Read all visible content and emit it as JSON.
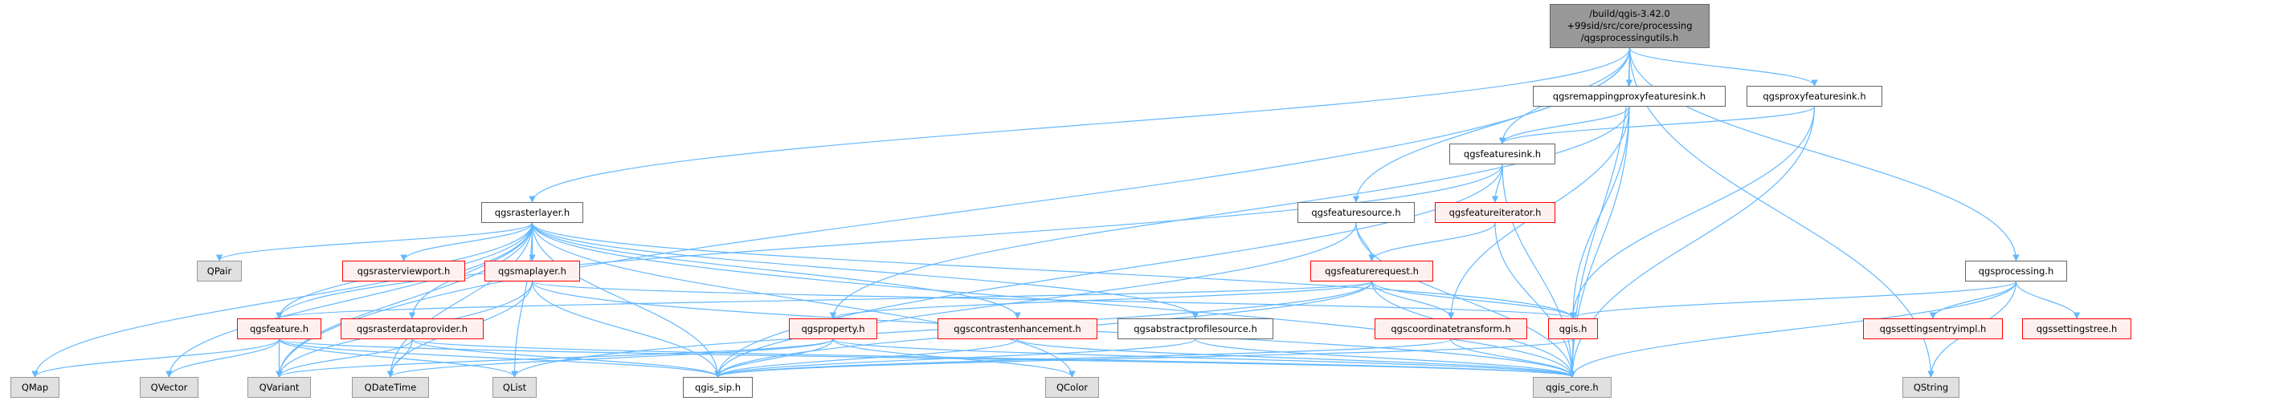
{
  "diagram": {
    "edge_color": "#63b8ff",
    "nodes": [
      {
        "id": "main",
        "label": "/build/qgis-3.42.0\n+99sid/src/core/processing\n/qgsprocessingutils.h",
        "kind": "main"
      },
      {
        "id": "remap",
        "label": "qgsremappingproxyfeaturesink.h",
        "kind": "file"
      },
      {
        "id": "proxy",
        "label": "qgsproxyfeaturesink.h",
        "kind": "file"
      },
      {
        "id": "sink",
        "label": "qgsfeaturesink.h",
        "kind": "file"
      },
      {
        "id": "source",
        "label": "qgsfeaturesource.h",
        "kind": "file"
      },
      {
        "id": "iter",
        "label": "qgsfeatureiterator.h",
        "kind": "red"
      },
      {
        "id": "request",
        "label": "qgsfeaturerequest.h",
        "kind": "red"
      },
      {
        "id": "raster",
        "label": "qgsrasterlayer.h",
        "kind": "file"
      },
      {
        "id": "qpair",
        "label": "QPair",
        "kind": "ext"
      },
      {
        "id": "viewport",
        "label": "qgsrasterviewport.h",
        "kind": "red"
      },
      {
        "id": "maplayer",
        "label": "qgsmaplayer.h",
        "kind": "red"
      },
      {
        "id": "processing",
        "label": "qgsprocessing.h",
        "kind": "file"
      },
      {
        "id": "feature",
        "label": "qgsfeature.h",
        "kind": "red"
      },
      {
        "id": "provider",
        "label": "qgsrasterdataprovider.h",
        "kind": "red"
      },
      {
        "id": "property",
        "label": "qgsproperty.h",
        "kind": "red"
      },
      {
        "id": "contrast",
        "label": "qgscontrastenhancement.h",
        "kind": "red"
      },
      {
        "id": "profile",
        "label": "qgsabstractprofilesource.h",
        "kind": "file"
      },
      {
        "id": "coord",
        "label": "qgscoordinatetransform.h",
        "kind": "red"
      },
      {
        "id": "qgis",
        "label": "qgis.h",
        "kind": "red"
      },
      {
        "id": "entryimpl",
        "label": "qgssettingsentryimpl.h",
        "kind": "red"
      },
      {
        "id": "tree",
        "label": "qgssettingstree.h",
        "kind": "red"
      },
      {
        "id": "qmap",
        "label": "QMap",
        "kind": "ext"
      },
      {
        "id": "qvector",
        "label": "QVector",
        "kind": "ext"
      },
      {
        "id": "qvariant",
        "label": "QVariant",
        "kind": "ext"
      },
      {
        "id": "qdatetime",
        "label": "QDateTime",
        "kind": "ext"
      },
      {
        "id": "qlist",
        "label": "QList",
        "kind": "ext"
      },
      {
        "id": "sip",
        "label": "qgis_sip.h",
        "kind": "file"
      },
      {
        "id": "qcolor",
        "label": "QColor",
        "kind": "ext"
      },
      {
        "id": "core",
        "label": "qgis_core.h",
        "kind": "ext"
      },
      {
        "id": "qstring",
        "label": "QString",
        "kind": "ext"
      }
    ],
    "edges": [
      [
        "main",
        "raster"
      ],
      [
        "main",
        "source"
      ],
      [
        "main",
        "sink"
      ],
      [
        "main",
        "remap"
      ],
      [
        "main",
        "proxy"
      ],
      [
        "main",
        "processing"
      ],
      [
        "main",
        "qvariant"
      ],
      [
        "main",
        "core"
      ],
      [
        "main",
        "qstring"
      ],
      [
        "remap",
        "sink"
      ],
      [
        "remap",
        "qgis"
      ],
      [
        "remap",
        "core"
      ],
      [
        "remap",
        "coord"
      ],
      [
        "remap",
        "property"
      ],
      [
        "proxy",
        "sink"
      ],
      [
        "proxy",
        "qgis"
      ],
      [
        "proxy",
        "core"
      ],
      [
        "sink",
        "iter"
      ],
      [
        "sink",
        "core"
      ],
      [
        "sink",
        "sip"
      ],
      [
        "sink",
        "feature"
      ],
      [
        "source",
        "request"
      ],
      [
        "source",
        "core"
      ],
      [
        "source",
        "sip"
      ],
      [
        "iter",
        "request"
      ],
      [
        "iter",
        "core"
      ],
      [
        "request",
        "feature"
      ],
      [
        "request",
        "qgis"
      ],
      [
        "request",
        "coord"
      ],
      [
        "request",
        "property"
      ],
      [
        "request",
        "core"
      ],
      [
        "request",
        "sip"
      ],
      [
        "request",
        "qlist"
      ],
      [
        "raster",
        "qpair"
      ],
      [
        "raster",
        "viewport"
      ],
      [
        "raster",
        "maplayer"
      ],
      [
        "raster",
        "feature"
      ],
      [
        "raster",
        "provider"
      ],
      [
        "raster",
        "qmap"
      ],
      [
        "raster",
        "qvector"
      ],
      [
        "raster",
        "qvariant"
      ],
      [
        "raster",
        "qdatetime"
      ],
      [
        "raster",
        "qlist"
      ],
      [
        "raster",
        "sip"
      ],
      [
        "raster",
        "core"
      ],
      [
        "raster",
        "qgis"
      ],
      [
        "raster",
        "contrast"
      ],
      [
        "raster",
        "profile"
      ],
      [
        "raster",
        "qcolor"
      ],
      [
        "maplayer",
        "qgis"
      ],
      [
        "maplayer",
        "core"
      ],
      [
        "maplayer",
        "sip"
      ],
      [
        "maplayer",
        "qvariant"
      ],
      [
        "maplayer",
        "qdatetime"
      ],
      [
        "feature",
        "qmap"
      ],
      [
        "feature",
        "qvector"
      ],
      [
        "feature",
        "qvariant"
      ],
      [
        "feature",
        "qlist"
      ],
      [
        "feature",
        "sip"
      ],
      [
        "feature",
        "core"
      ],
      [
        "provider",
        "qvariant"
      ],
      [
        "provider",
        "qdatetime"
      ],
      [
        "provider",
        "sip"
      ],
      [
        "provider",
        "core"
      ],
      [
        "property",
        "qvariant"
      ],
      [
        "property",
        "qdatetime"
      ],
      [
        "property",
        "qcolor"
      ],
      [
        "property",
        "sip"
      ],
      [
        "property",
        "core"
      ],
      [
        "contrast",
        "sip"
      ],
      [
        "contrast",
        "core"
      ],
      [
        "profile",
        "sip"
      ],
      [
        "profile",
        "core"
      ],
      [
        "coord",
        "sip"
      ],
      [
        "coord",
        "core"
      ],
      [
        "qgis",
        "sip"
      ],
      [
        "qgis",
        "core"
      ],
      [
        "processing",
        "qgis"
      ],
      [
        "processing",
        "entryimpl"
      ],
      [
        "processing",
        "tree"
      ],
      [
        "processing",
        "core"
      ],
      [
        "processing",
        "qstring"
      ]
    ]
  }
}
